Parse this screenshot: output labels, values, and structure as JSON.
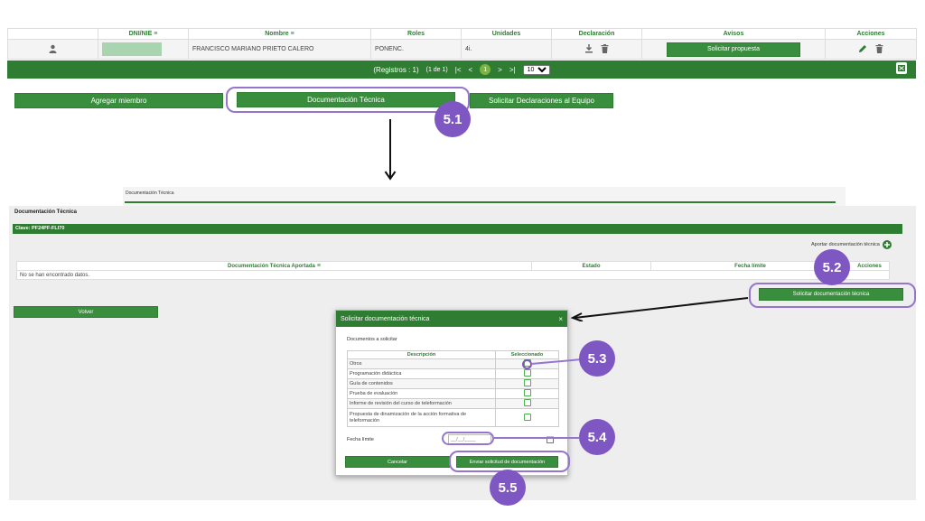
{
  "members_table": {
    "headers": [
      "",
      "DNI/NIE",
      "Nombre",
      "Roles",
      "Unidades",
      "Declaración",
      "Avisos",
      "Acciones"
    ],
    "row": {
      "nombre": "FRANCISCO MARIANO PRIETO CALERO",
      "rol": "PONENC.",
      "unidades": "4i.",
      "aviso_button": "Solicitar propuesta"
    }
  },
  "pager": {
    "registros": "(Registros : 1)",
    "pages": "(1 de 1)",
    "current_page": "1",
    "page_size": "10"
  },
  "buttons_row": {
    "add_member": "Agregar miembro",
    "tech_doc": "Documentación Técnica",
    "request_declarations": "Solicitar Declaraciones al Equipo"
  },
  "badges": [
    "5.1",
    "5.2",
    "5.3",
    "5.4",
    "5.5"
  ],
  "panel": {
    "tab_label": "Documentación Técnica",
    "section_title": "Documentación Técnica",
    "clave": "Clave: PF24PF-FLI70",
    "add_doc_link": "Aportar documentación técnica",
    "table_headers": [
      "Documentación Técnica Aportada",
      "Estado",
      "Fecha límite",
      "Acciones"
    ],
    "empty_message": "No se han encontrado datos.",
    "request_button": "Solicitar documentación técnica",
    "back_button": "Volver"
  },
  "modal": {
    "title": "Solicitar documentación técnica",
    "close": "×",
    "subtitle": "Documentos a solicitar",
    "col_descripcion": "Descripción",
    "col_seleccionado": "Seleccionado",
    "items": [
      "Otros",
      "Programación didáctica",
      "Guía de contenidos",
      "Prueba de evaluación",
      "Informe de revisión del curso de teleformación",
      "Propuesta de dinamización de la acción formativa de teleformación"
    ],
    "fecha_label": "Fecha límite",
    "fecha_placeholder": "__/__/____",
    "cancel": "Cancelar",
    "send": "Enviar solicitud de documentación"
  },
  "colors": {
    "green": "#2e7d32",
    "button_green": "#388e3c",
    "callout_purple": "#7e57c2"
  }
}
